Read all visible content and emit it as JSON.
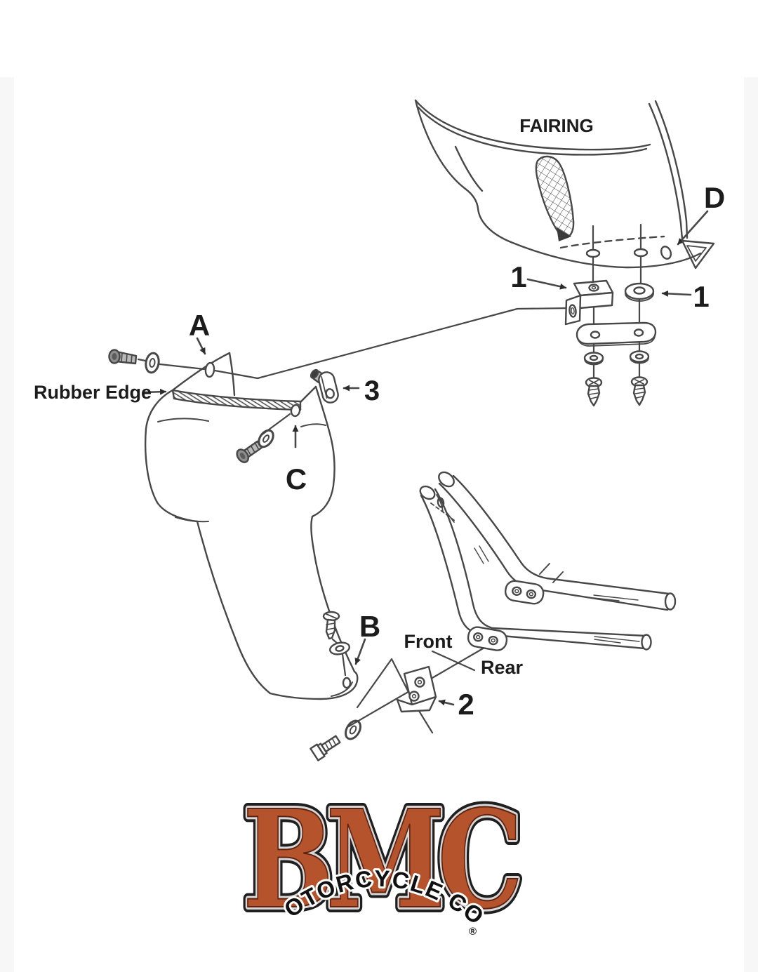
{
  "page": {
    "background": "#ffffff",
    "margin_color": "#f7f7f7"
  },
  "diagram": {
    "ink_color": "#474747",
    "label_color": "#1c1c1c",
    "labels": {
      "fairing": "FAIRING",
      "a": "A",
      "b": "B",
      "c": "C",
      "d": "D",
      "one": "1",
      "two": "2",
      "three": "3",
      "rubber_edge": "Rubber Edge",
      "front": "Front",
      "rear": "Rear"
    }
  },
  "logo": {
    "acronym": "BMC",
    "company": "MOTORCYCLE CO.",
    "registered": "®",
    "orange": "#b4532c",
    "chrome": "#d8d8d8",
    "dark_outline": "#1f1f1f",
    "text_color": "#101010"
  }
}
